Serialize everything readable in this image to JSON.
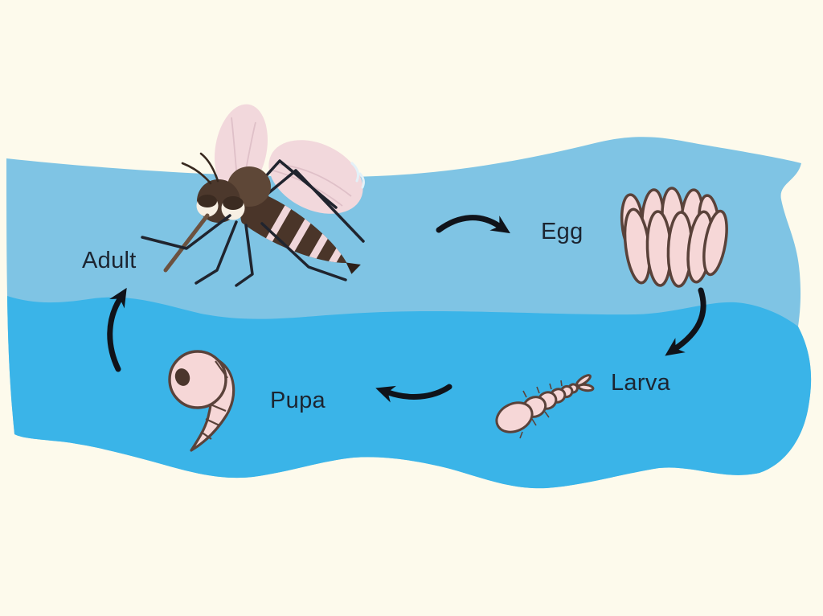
{
  "stages": [
    {
      "id": "adult",
      "label": "Adult"
    },
    {
      "id": "egg",
      "label": "Egg"
    },
    {
      "id": "larva",
      "label": "Larva"
    },
    {
      "id": "pupa",
      "label": "Pupa"
    }
  ],
  "arrows": [
    {
      "from": "Adult",
      "to": "Egg"
    },
    {
      "from": "Egg",
      "to": "Larva"
    },
    {
      "from": "Larva",
      "to": "Pupa"
    },
    {
      "from": "Pupa",
      "to": "Adult"
    }
  ],
  "colors": {
    "background": "#FDFAEC",
    "water_surface": "#7FC4E4",
    "water_deep": "#3AB4E8",
    "arrow": "#10131A",
    "label_text": "#1C2531",
    "pink_fill": "#F6D7D7",
    "outline_brown": "#5A423A",
    "mosquito_body": "#4C382C",
    "wing_pink": "#F2D8DC"
  }
}
